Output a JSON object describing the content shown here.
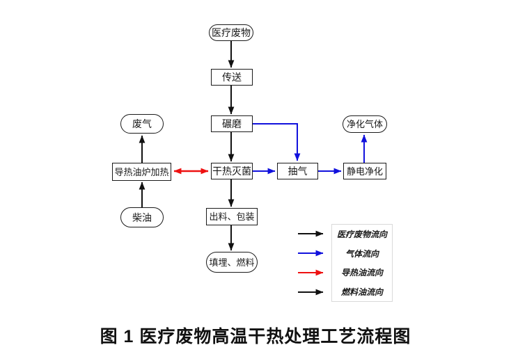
{
  "figure": {
    "caption": "图 1 医疗废物高温干热处理工艺流程图"
  },
  "colors": {
    "medical_waste_flow": "#111111",
    "gas_flow": "#1111dd",
    "thermal_oil_flow": "#ee1111",
    "fuel_oil_flow": "#111111"
  },
  "flowchart": {
    "nodes": {
      "medical_waste": {
        "label": "医疗废物",
        "shape": "stadium"
      },
      "convey": {
        "label": "传送",
        "shape": "rect"
      },
      "grind": {
        "label": "碾磨",
        "shape": "rect"
      },
      "dry_heat_sterilize": {
        "label": "干热灭菌",
        "shape": "rect"
      },
      "pump_air": {
        "label": "抽气",
        "shape": "rect"
      },
      "electrostatic_purify": {
        "label": "静电净化",
        "shape": "rect"
      },
      "purified_gas": {
        "label": "净化气体",
        "shape": "stadium"
      },
      "waste_gas": {
        "label": "废气",
        "shape": "stadium"
      },
      "oil_furnace_heating": {
        "label": "导热油炉加热",
        "shape": "rect"
      },
      "diesel": {
        "label": "柴油",
        "shape": "stadium"
      },
      "discharge_packaging": {
        "label": "出料、包装",
        "shape": "rect"
      },
      "landfill_fuel": {
        "label": "填埋、燃料",
        "shape": "stadium"
      }
    },
    "edges": [
      {
        "from": "medical_waste",
        "to": "convey",
        "color": "black"
      },
      {
        "from": "convey",
        "to": "grind",
        "color": "black"
      },
      {
        "from": "grind",
        "to": "dry_heat_sterilize",
        "color": "black"
      },
      {
        "from": "dry_heat_sterilize",
        "to": "discharge_packaging",
        "color": "black"
      },
      {
        "from": "discharge_packaging",
        "to": "landfill_fuel",
        "color": "black"
      },
      {
        "from": "diesel",
        "to": "oil_furnace_heating",
        "color": "black"
      },
      {
        "from": "oil_furnace_heating",
        "to": "waste_gas",
        "color": "black"
      },
      {
        "from": "oil_furnace_heating",
        "to": "dry_heat_sterilize",
        "color": "red",
        "bidirectional": true
      },
      {
        "from": "dry_heat_sterilize",
        "to": "pump_air",
        "color": "blue"
      },
      {
        "from": "grind",
        "to": "pump_air",
        "color": "blue"
      },
      {
        "from": "pump_air",
        "to": "electrostatic_purify",
        "color": "blue"
      },
      {
        "from": "electrostatic_purify",
        "to": "purified_gas",
        "color": "blue"
      }
    ]
  },
  "legend": {
    "items": [
      {
        "label": "医疗废物流向",
        "color": "#111111"
      },
      {
        "label": "气体流向",
        "color": "#1111dd"
      },
      {
        "label": "导热油流向",
        "color": "#ee1111"
      },
      {
        "label": "燃料油流向",
        "color": "#111111"
      }
    ]
  }
}
